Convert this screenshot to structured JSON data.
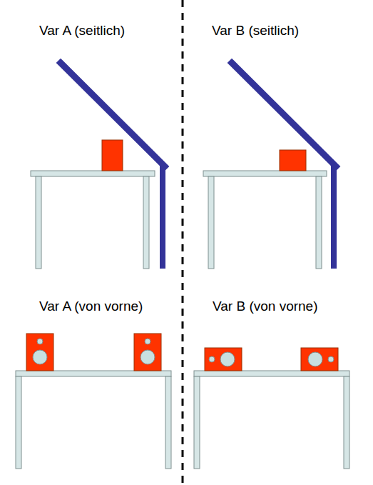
{
  "diagram": {
    "labels": [
      "Var A (seitlich)",
      "Var B (seitlich)",
      "Var A (von vorne)",
      "Var B (von vorne)"
    ]
  }
}
